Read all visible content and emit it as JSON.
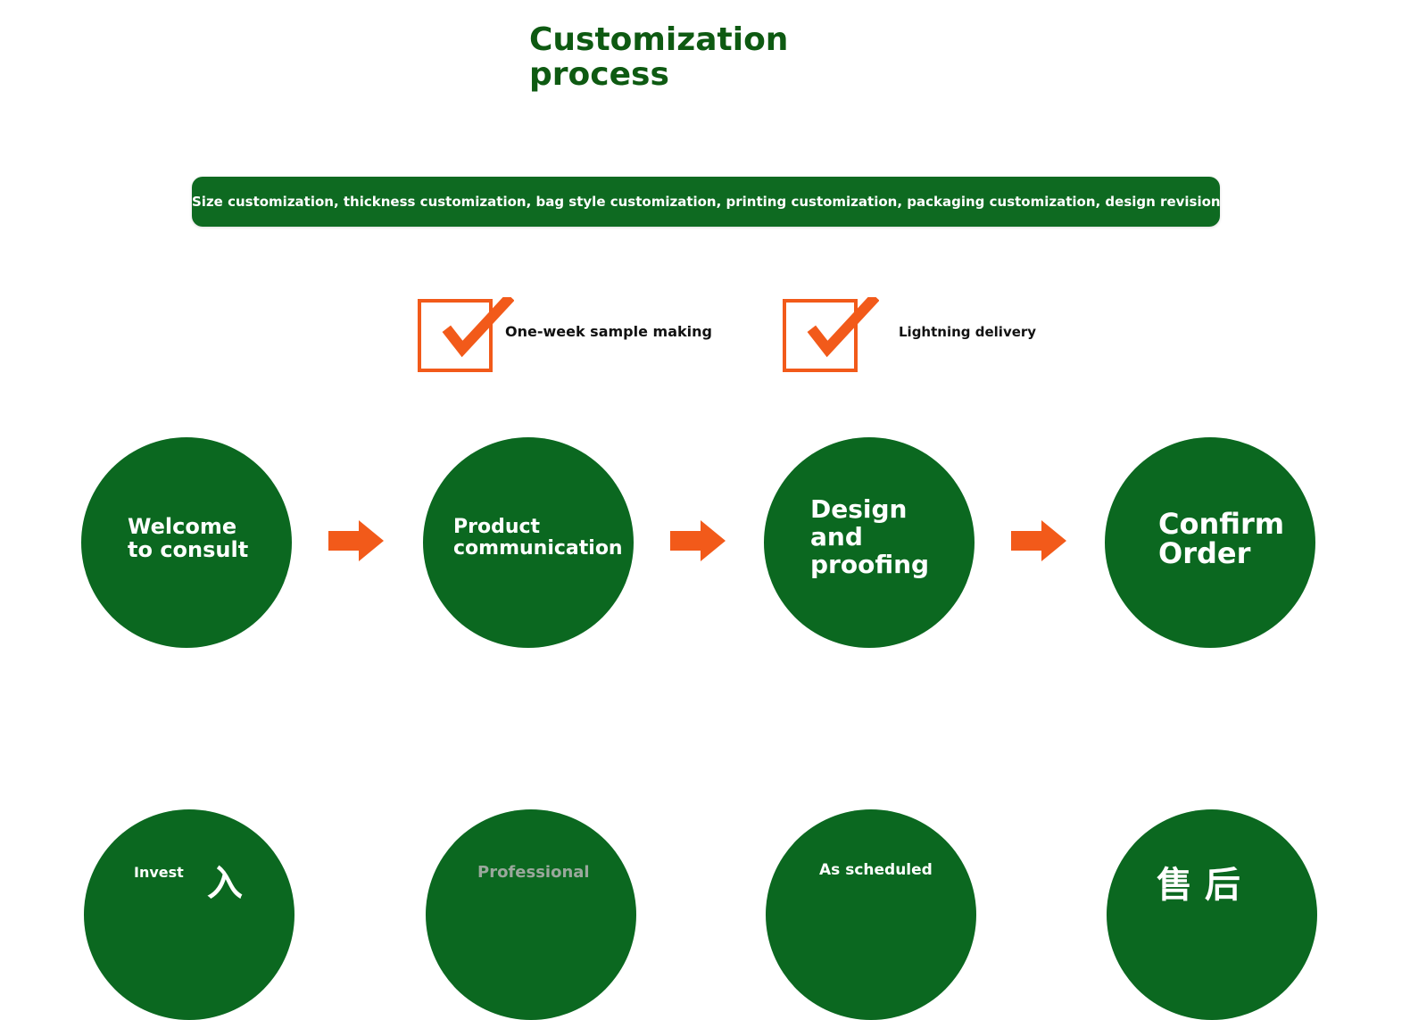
{
  "title": {
    "line1": "Customization",
    "line2": "process"
  },
  "banner": {
    "text": "Size customization, thickness customization, bag style customization, printing customization, packaging customization, design revision"
  },
  "features": [
    {
      "label": "One-week sample making",
      "icon": "checkbox-check-icon"
    },
    {
      "label": "Lightning delivery",
      "icon": "checkbox-check-icon"
    }
  ],
  "steps": [
    {
      "line1": "Welcome",
      "line2": "to consult"
    },
    {
      "line1": "Product",
      "line2": "communication"
    },
    {
      "line1": "Design",
      "line2": "and",
      "line3": "proofing"
    },
    {
      "line1": "Confirm",
      "line2": "Order"
    }
  ],
  "steps_bottom": [
    {
      "label": "Invest",
      "glyph": "入"
    },
    {
      "label": "Professional"
    },
    {
      "label": "As scheduled"
    },
    {
      "glyph": "售 后"
    }
  ],
  "colors": {
    "primary_green": "#0b6820",
    "title_green": "#0e5a12",
    "accent_orange": "#f25a1a"
  }
}
